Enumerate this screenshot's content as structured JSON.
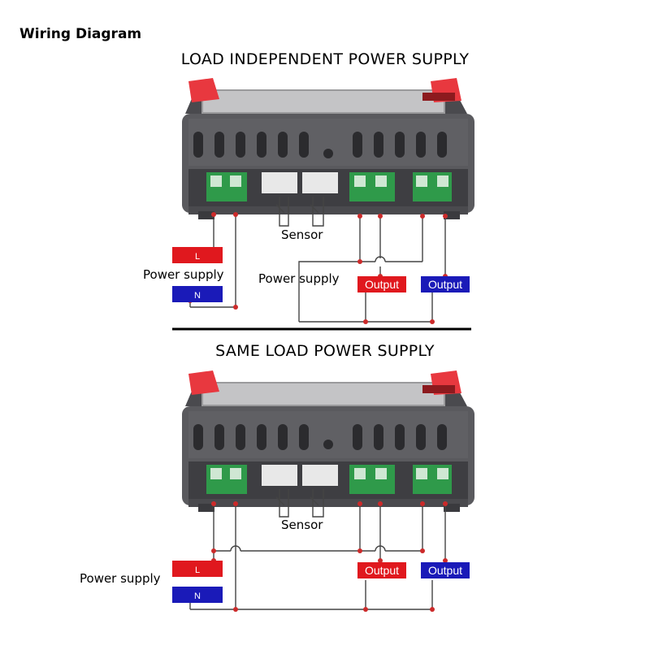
{
  "page": {
    "title": "Wiring Diagram",
    "divider_color": "#000000"
  },
  "colors": {
    "red_tag": "#e0181e",
    "blue_tag": "#1a1ab8",
    "wire": "#444444",
    "junction": "#cc2a2a",
    "body": "#5a5a5e",
    "terminal": "#2f9a4a",
    "cap": "#e8383f"
  },
  "sections": [
    {
      "heading": "LOAD INDEPENDENT POWER SUPPLY",
      "sensor_label": "Sensor",
      "power_label_left": "Power supply",
      "power_label_mid": "Power supply",
      "L_label": "L",
      "N_label": "N",
      "output_red_label": "Output",
      "output_blue_label": "Output"
    },
    {
      "heading": "SAME LOAD POWER SUPPLY",
      "sensor_label": "Sensor",
      "power_label_left": "Power supply",
      "L_label": "L",
      "N_label": "N",
      "output_red_label": "Output",
      "output_blue_label": "Output"
    }
  ]
}
